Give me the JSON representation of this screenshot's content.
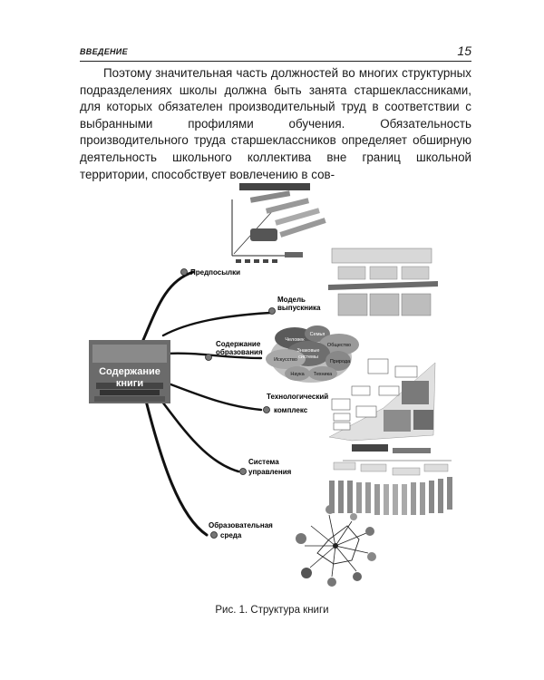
{
  "header": {
    "title": "ВВЕДЕНИЕ",
    "page_number": "15"
  },
  "body": {
    "paragraph": "Поэтому значительная часть должностей во многих структурных подразделениях школы должна быть занята старшеклассниками, для которых обязателен производительный труд в соответствии с выбранными профилями обучения. Обязательность производительного труда старшеклассников определяет обширную деятельность школьного коллектива вне границ школьной территории, способствует вовлечению в сов-"
  },
  "figure": {
    "center_label_line1": "Содержание",
    "center_label_line2": "книги",
    "branches": [
      {
        "label_lines": [
          "Предпосылки"
        ]
      },
      {
        "label_lines": [
          "Модель",
          "выпускника"
        ]
      },
      {
        "label_lines": [
          "Содержание",
          "образования"
        ]
      },
      {
        "label_lines": [
          "Технологический",
          "комплекс"
        ]
      },
      {
        "label_lines": [
          "Система",
          "управления"
        ]
      },
      {
        "label_lines": [
          "Образовательная",
          "среда"
        ]
      }
    ],
    "clouds": {
      "words": [
        "Человек",
        "Семья",
        "Общество",
        "Знаковые",
        "системы",
        "Искусство",
        "Природа",
        "Наука",
        "Техника"
      ]
    }
  },
  "caption": "Рис. 1. Структура книги"
}
